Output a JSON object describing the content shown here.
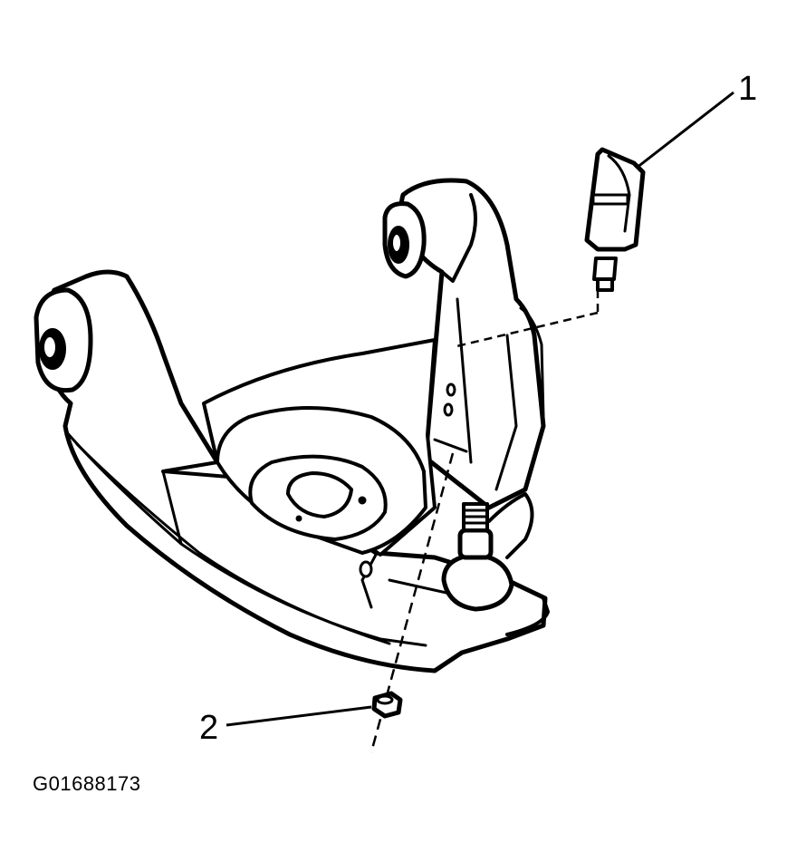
{
  "diagram": {
    "callouts": [
      {
        "id": "1",
        "label": "1"
      },
      {
        "id": "2",
        "label": "2"
      }
    ],
    "figure_id": "G01688173",
    "colors": {
      "line": "#000000",
      "background": "#ffffff"
    }
  }
}
